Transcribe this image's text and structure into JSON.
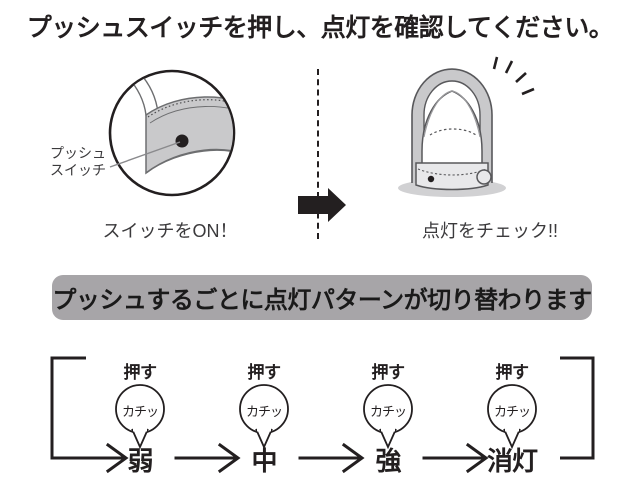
{
  "title": "プッシュスイッチを押し、点灯を確認してください。",
  "steps": {
    "left": {
      "callout_line1": "プッシュ",
      "callout_line2": "スイッチ",
      "caption": "スイッチをON！"
    },
    "right": {
      "caption": "点灯をチェック!!"
    },
    "arrow_icon": "block-arrow-right"
  },
  "banner": {
    "text": "プッシュするごとに点灯パターンが切り替わります",
    "bg_color": "#a7a5a8",
    "text_color": "#1a1a1a"
  },
  "sequence": {
    "press_label": "押す",
    "click_sound": "カチッ",
    "arrow_icon": "thin-arrow-right",
    "states": [
      {
        "label": "弱"
      },
      {
        "label": "中"
      },
      {
        "label": "強"
      },
      {
        "label": "消灯"
      }
    ]
  },
  "colors": {
    "ink": "#231f20",
    "gray_fill": "#c9c9cb",
    "light_gray": "#e8e8ea"
  }
}
